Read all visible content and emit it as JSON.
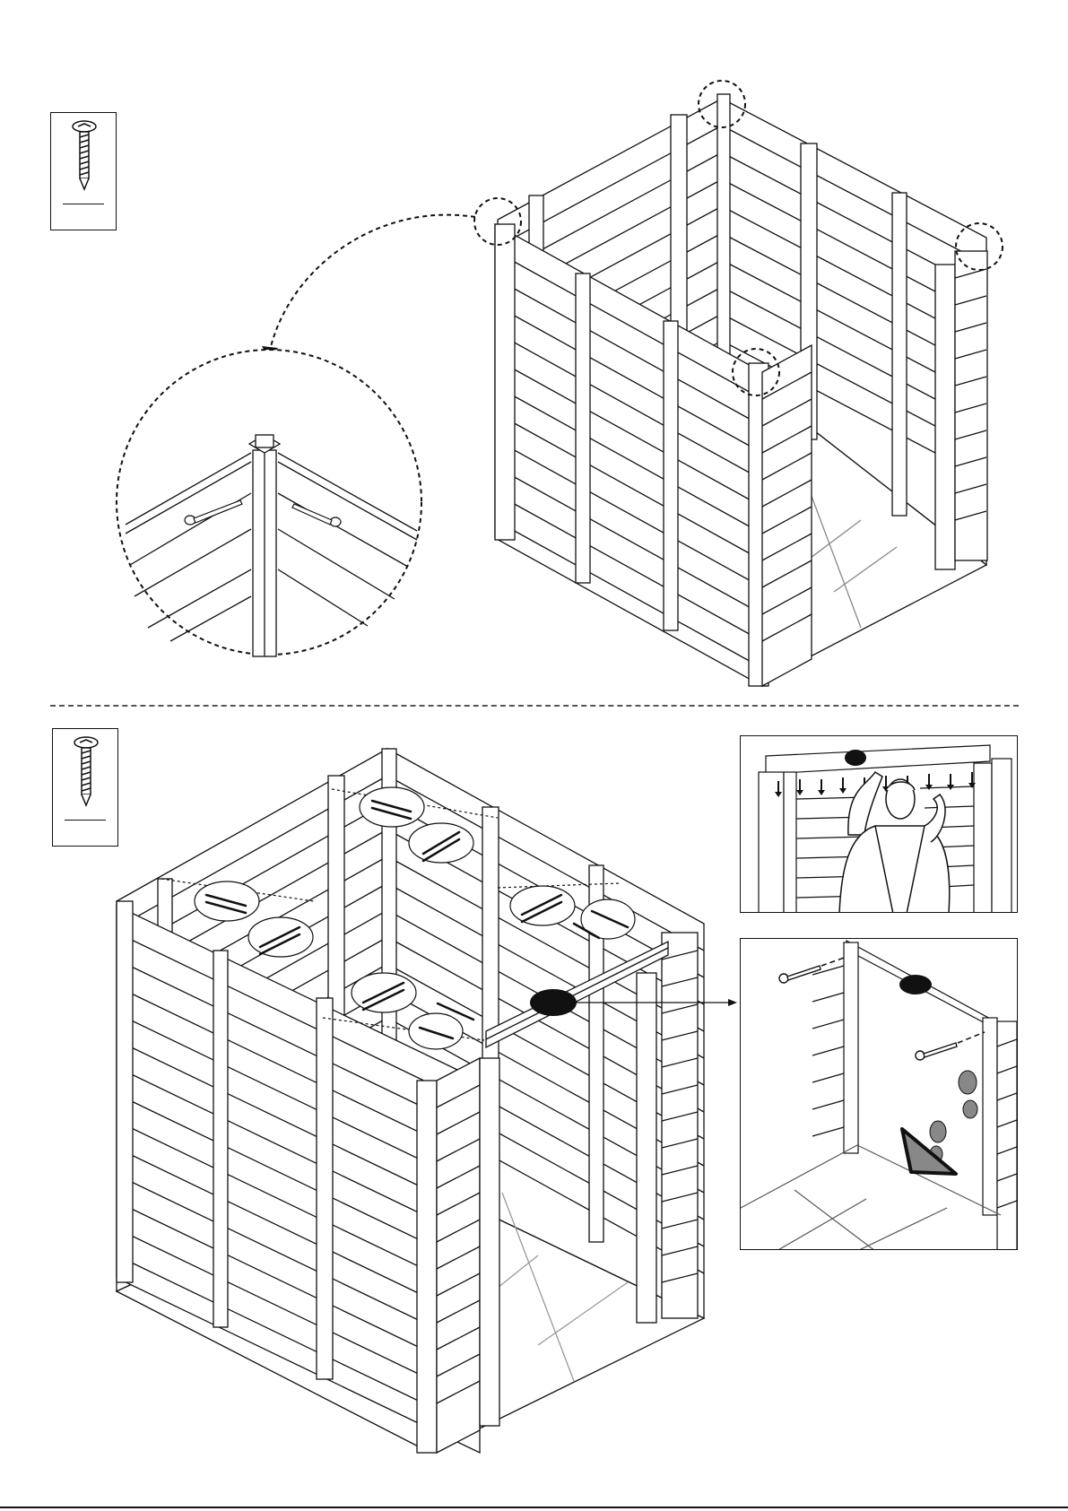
{
  "document": {
    "type": "assembly-instructions",
    "sections": [
      {
        "step": "top",
        "part_icon": "screw-icon",
        "part_quantity": "",
        "callout_count": 4
      },
      {
        "step": "bottom",
        "part_icon": "screw-icon",
        "part_quantity": "",
        "screw_callouts": 8
      }
    ],
    "colors": {
      "line": "#111111",
      "fill": "#ffffff",
      "badge": "#111111",
      "floor_marker": "#888888"
    }
  }
}
